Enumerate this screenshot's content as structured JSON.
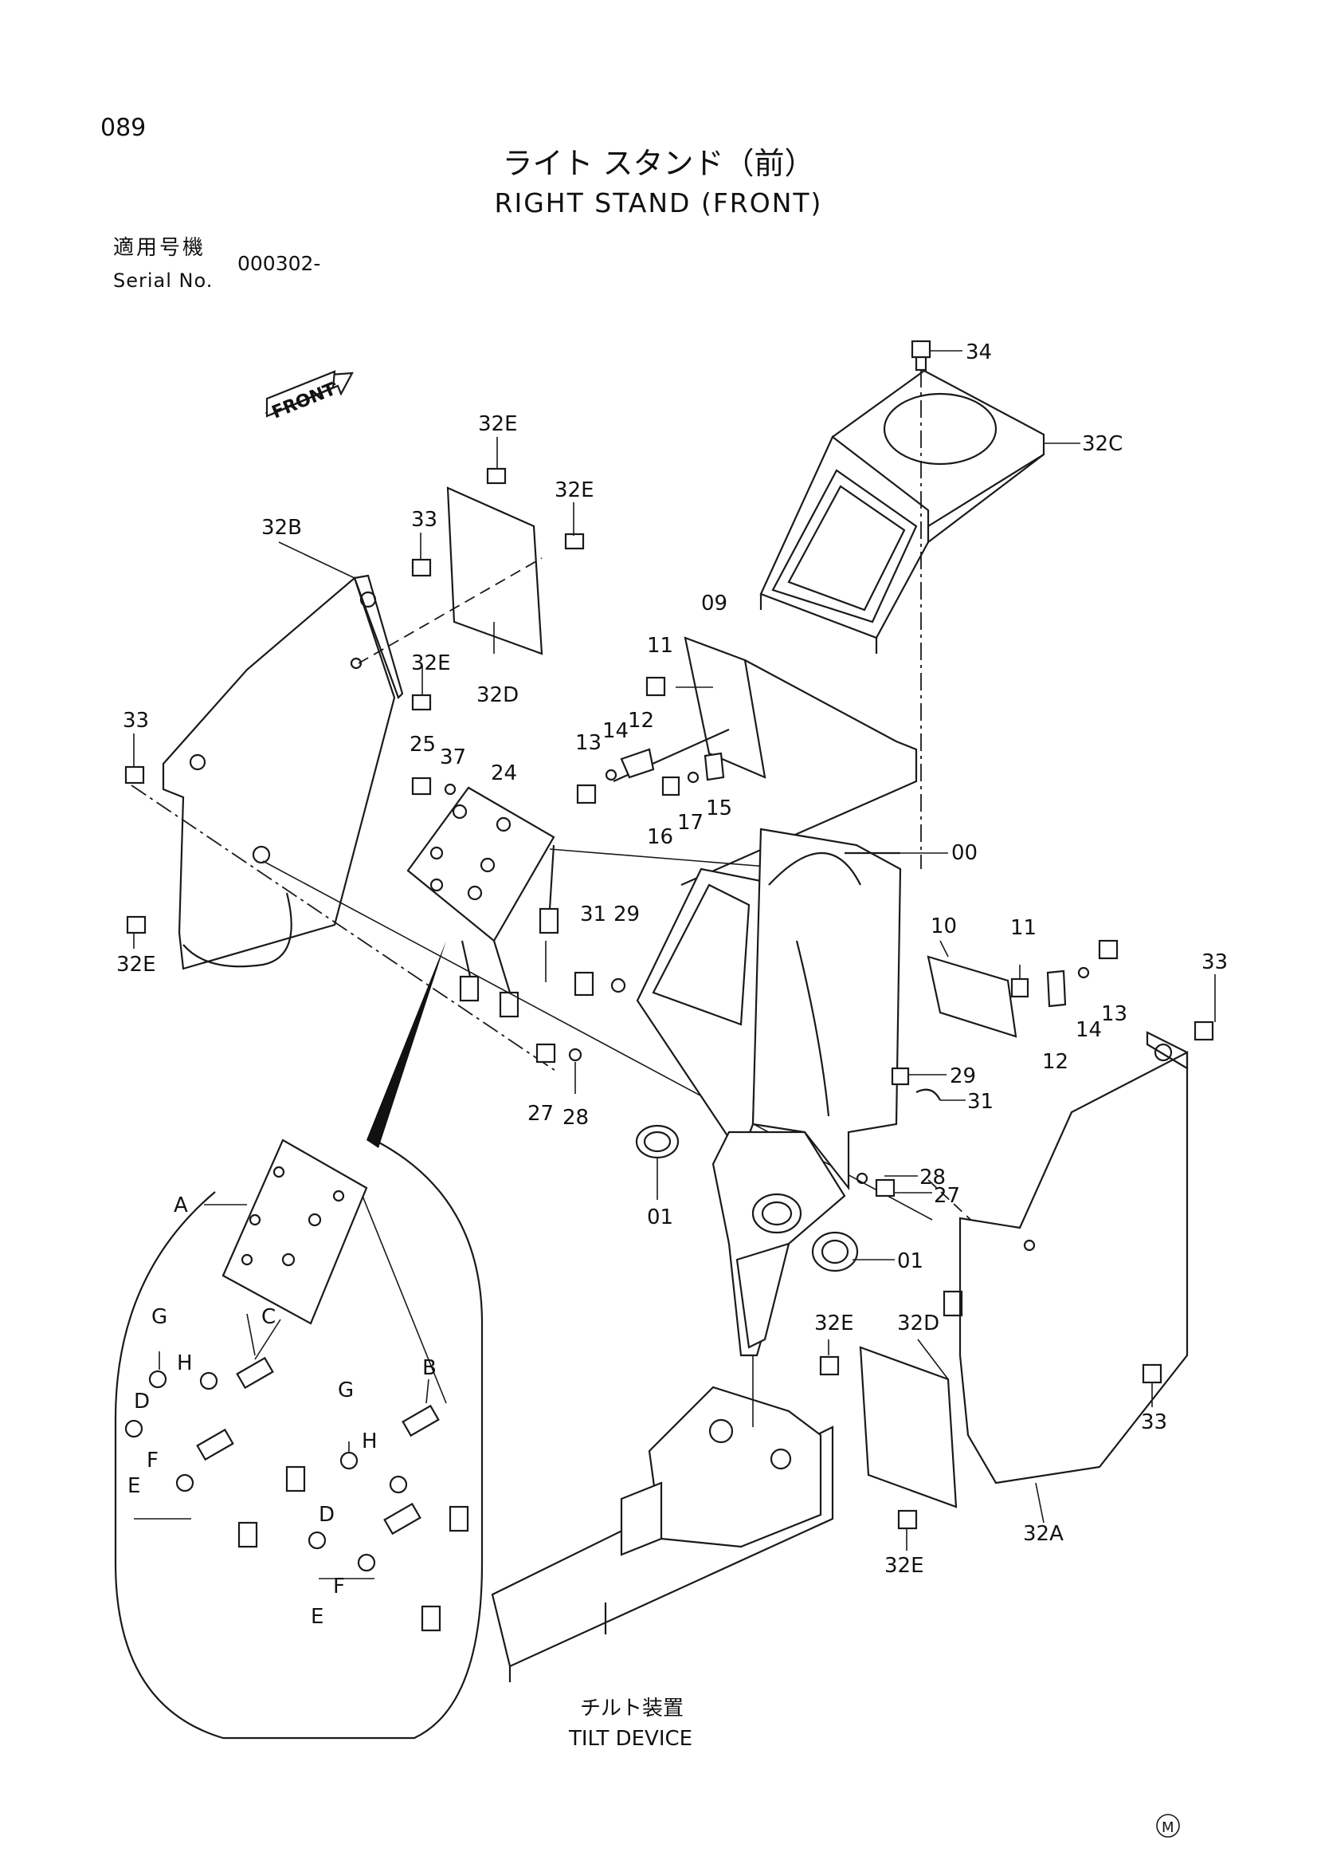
{
  "page_number": "089",
  "title_jp": "ライト スタンド（前）",
  "title_en": "RIGHT STAND (FRONT)",
  "serial": {
    "label_jp": "適用号機",
    "label_en": "Serial No.",
    "value": "000302-"
  },
  "front_arrow_text": "FRONT",
  "tilt_device": {
    "label_jp": "チルト装置",
    "label_en": "TILT DEVICE"
  },
  "corner_mark": "M",
  "part_labels": {
    "p34": "34",
    "p32C": "32C",
    "p32E_a": "32E",
    "p32E_b": "32E",
    "p32E_c": "32E",
    "p32E_d": "32E",
    "p32E_e": "32E",
    "p32E_f": "32E",
    "p32B": "32B",
    "p33_a": "33",
    "p33_b": "33",
    "p33_c": "33",
    "p33_d": "33",
    "p32D_a": "32D",
    "p32D_b": "32D",
    "p09": "09",
    "p11_a": "11",
    "p11_b": "11",
    "p12_a": "12",
    "p12_b": "12",
    "p13_a": "13",
    "p13_b": "13",
    "p14_a": "14",
    "p14_b": "14",
    "p15": "15",
    "p16": "16",
    "p17": "17",
    "p25": "25",
    "p37": "37",
    "p24": "24",
    "p00": "00",
    "p10": "10",
    "p31_a": "31",
    "p31_b": "31",
    "p29_a": "29",
    "p29_b": "29",
    "p27_a": "27",
    "p27_b": "27",
    "p28_a": "28",
    "p28_b": "28",
    "p01_a": "01",
    "p01_b": "01",
    "p32A": "32A"
  },
  "detail_labels": {
    "A": "A",
    "B": "B",
    "C": "C",
    "D_a": "D",
    "D_b": "D",
    "E_a": "E",
    "E_b": "E",
    "F_a": "F",
    "F_b": "F",
    "G_a": "G",
    "G_b": "G",
    "H_a": "H",
    "H_b": "H"
  }
}
